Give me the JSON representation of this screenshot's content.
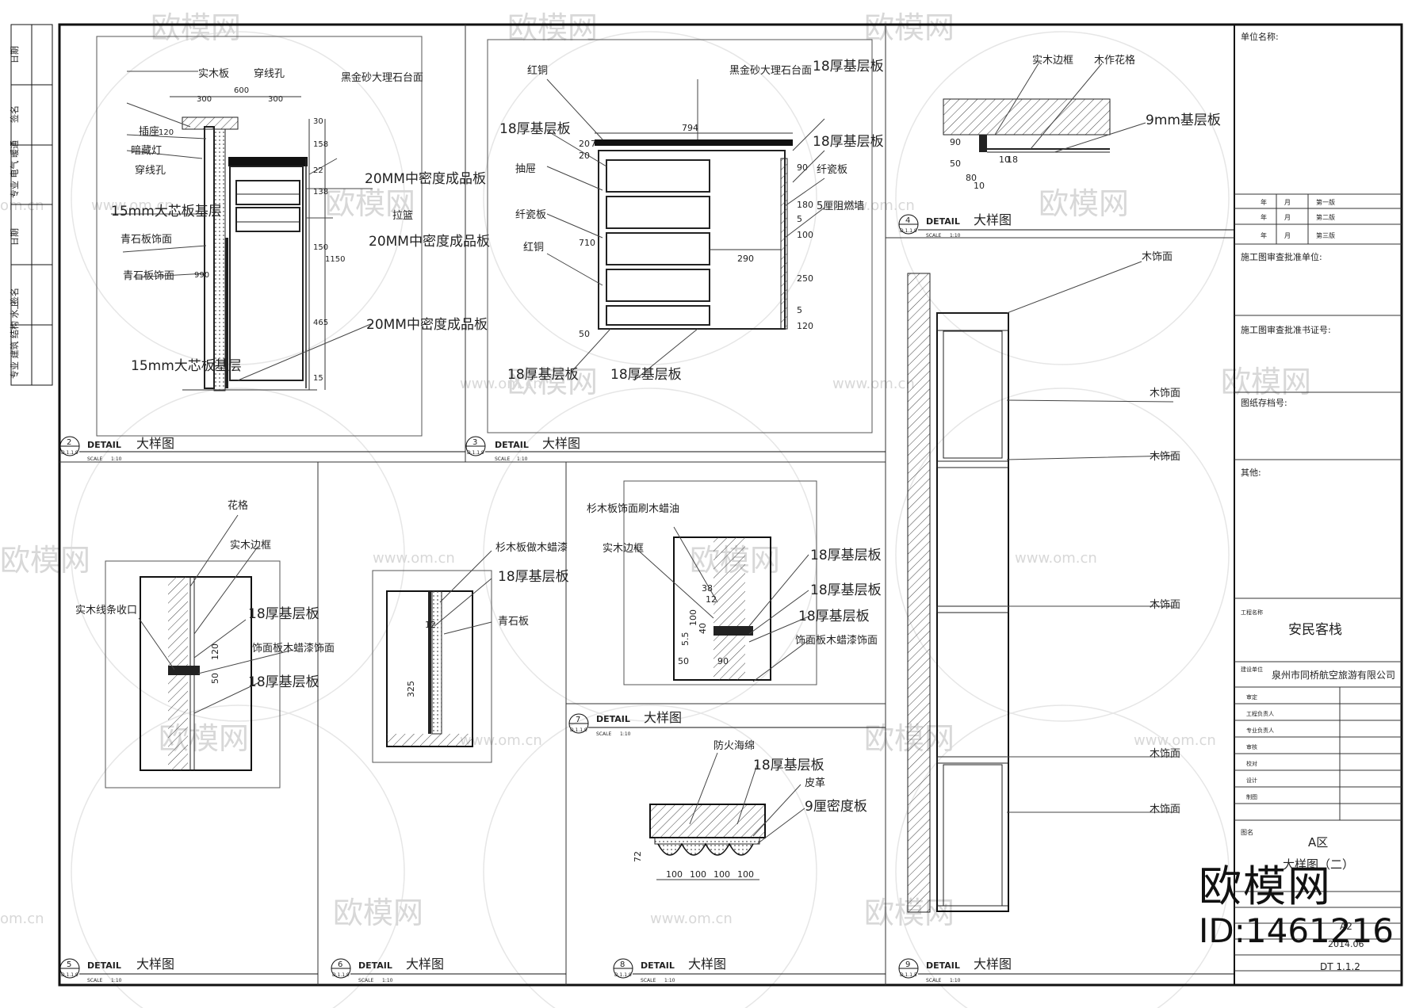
{
  "detail_label": "DETAIL",
  "detail_title": "大样图",
  "scale_label": "SCALE",
  "scale_value": "1:10",
  "panels": [
    {
      "num": "2",
      "ref": "D.1.1.9"
    },
    {
      "num": "3",
      "ref": "D.1.1.9"
    },
    {
      "num": "4",
      "ref": "D.1.1.9"
    },
    {
      "num": "5",
      "ref": "D.1.1.9"
    },
    {
      "num": "6",
      "ref": "D.1.1.9"
    },
    {
      "num": "7",
      "ref": "D.1.1.9"
    },
    {
      "num": "8",
      "ref": "D.1.1.9"
    },
    {
      "num": "9",
      "ref": "D.1.1.5"
    }
  ],
  "d2": {
    "labels": [
      "实木板",
      "穿线孔",
      "黑金砂大理石台面",
      "插座",
      "暗藏灯",
      "穿线孔",
      "20MM中密度成品板",
      "15mm大芯板基层",
      "拉篮",
      "20MM中密度成品板",
      "青石板饰面",
      "青石板饰面",
      "20MM中密度成品板",
      "15mm大芯板基层"
    ],
    "dims": [
      "600",
      "300",
      "300",
      "120",
      "30",
      "158",
      "22",
      "138",
      "150",
      "1150",
      "990",
      "465",
      "15"
    ]
  },
  "d3": {
    "labels": [
      "红铜",
      "黑金砂大理石台面",
      "18厚基层板",
      "18厚基层板",
      "抽屉",
      "18厚基层板",
      "纤瓷板",
      "纤瓷板",
      "红铜",
      "5厘阻燃墙",
      "18厚基层板",
      "18厚基层板"
    ],
    "dims": [
      "794",
      "20",
      "20",
      "7",
      "710",
      "290",
      "50",
      "90",
      "180",
      "5",
      "100",
      "250",
      "120",
      "5"
    ]
  },
  "d4": {
    "labels": [
      "实木边框",
      "木作花格",
      "9mm基层板"
    ],
    "dims": [
      "90",
      "50",
      "18",
      "10",
      "80",
      "10"
    ]
  },
  "d5": {
    "labels": [
      "花格",
      "实木边框",
      "实木线条收口",
      "18厚基层板",
      "饰面板木蜡漆饰面",
      "18厚基层板"
    ],
    "dims": [
      "120",
      "50"
    ]
  },
  "d6": {
    "labels": [
      "杉木板做木蜡漆",
      "18厚基层板",
      "青石板"
    ],
    "dims": [
      "12",
      "325"
    ]
  },
  "d7": {
    "labels": [
      "杉木板饰面刷木蜡油",
      "实木边框",
      "18厚基层板",
      "18厚基层板",
      "18厚基层板",
      "饰面板木蜡漆饰面"
    ],
    "dims": [
      "38",
      "12",
      "100",
      "40",
      "50",
      "90",
      "5.5"
    ]
  },
  "d8": {
    "labels": [
      "防火海绵",
      "18厚基层板",
      "皮革",
      "9厘密度板"
    ],
    "dims": [
      "72",
      "100",
      "100",
      "100",
      "100"
    ]
  },
  "d9": {
    "labels": [
      "木饰面",
      "木饰面",
      "木饰面",
      "木饰面",
      "木饰面",
      "木饰面"
    ]
  },
  "left_strip": [
    "日期",
    "签名",
    "专业 电气 暖通",
    "日期",
    "签名",
    "专业 建筑 结构 水卫"
  ],
  "title_block": {
    "unit_name": "单位名称:",
    "rev_rows": [
      {
        "y": "年",
        "m": "月",
        "v": "第一版"
      },
      {
        "y": "年",
        "m": "月",
        "v": "第二版"
      },
      {
        "y": "年",
        "m": "月",
        "v": "第三版"
      }
    ],
    "review_unit": "施工图审查批准单位:",
    "review_cert": "施工图审查批准书证号:",
    "drawing_archive": "图纸存档号:",
    "other": "其他:",
    "project_label": "工程名称",
    "project_name": "安民客栈",
    "builder_label": "建设单位",
    "builder_name": "泉州市同桥航空旅游有限公司",
    "signoffs": [
      "审定",
      "工程负责人",
      "专业负责人",
      "审核",
      "校对",
      "设计",
      "制图"
    ],
    "drawing_label": "图名",
    "zone": "A区",
    "drawing_name": "大样图（二）",
    "size": "A2",
    "date": "2014.06",
    "sheet": "DT 1.1.2"
  },
  "watermark": {
    "brand": "欧模网",
    "site": "www.om.cn",
    "site_short": "om.cn",
    "id": "ID:1461216"
  }
}
